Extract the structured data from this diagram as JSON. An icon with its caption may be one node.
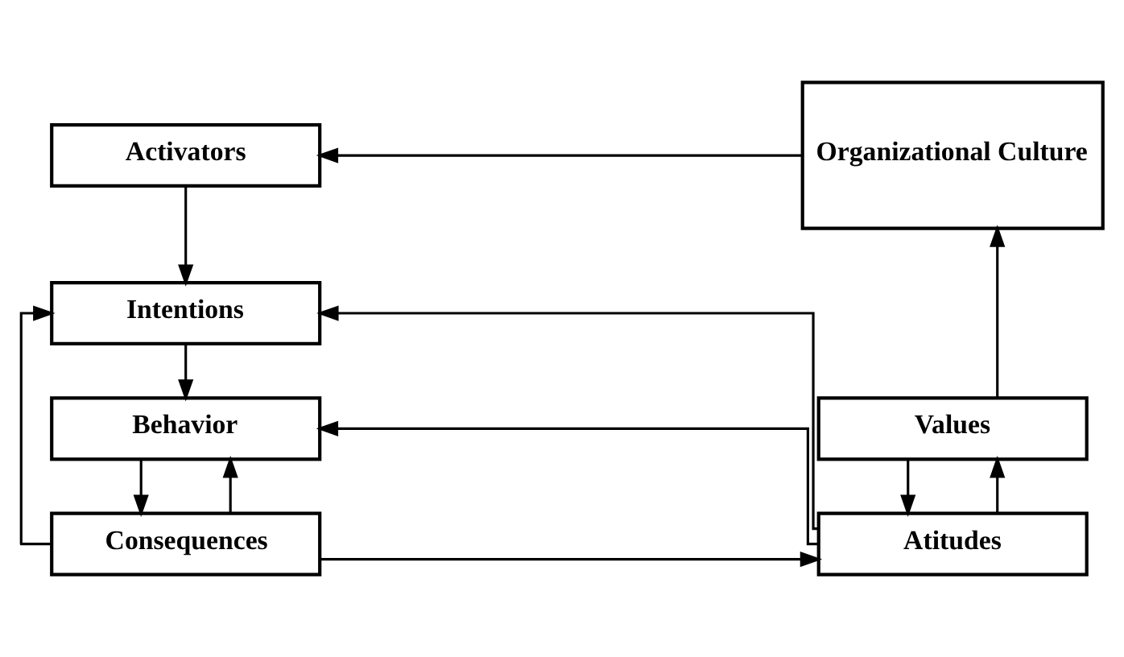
{
  "diagram": {
    "nodes": [
      {
        "text": [
          "Activators"
        ]
      },
      {
        "text": [
          "Organizational Culture"
        ]
      },
      {
        "text": [
          "Intentions"
        ]
      },
      {
        "text": [
          "Behavior"
        ]
      },
      {
        "text": [
          "Consequences"
        ]
      },
      {
        "text": [
          "Values"
        ]
      },
      {
        "text": [
          "Atitudes"
        ]
      }
    ],
    "edges": [
      {
        "from": 1,
        "to": 0,
        "arrow": "to"
      },
      {
        "from": 0,
        "to": 2,
        "arrow": "to"
      },
      {
        "from": 2,
        "to": 3,
        "arrow": "to"
      },
      {
        "from": 3,
        "to": 4,
        "arrow": "to"
      },
      {
        "from": 4,
        "to": 2,
        "arrow": "to"
      },
      {
        "from": 4,
        "to": 3,
        "arrow": "to"
      },
      {
        "from": 4,
        "to": 6,
        "arrow": "to"
      },
      {
        "from": 6,
        "to": 2,
        "arrow": "to"
      },
      {
        "from": 6,
        "to": 3,
        "arrow": "to"
      },
      {
        "from": 6,
        "to": 5,
        "arrow": "to"
      },
      {
        "from": 5,
        "to": 1,
        "arrow": "to"
      },
      {
        "from": 5,
        "to": 6,
        "arrow": "to"
      }
    ]
  }
}
